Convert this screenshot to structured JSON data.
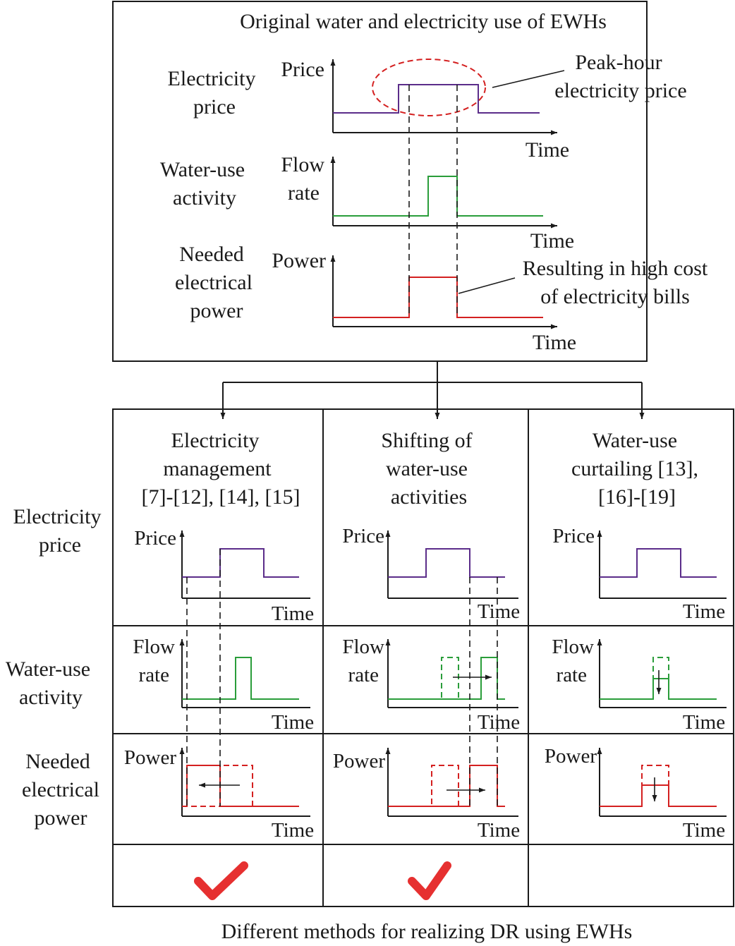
{
  "colors": {
    "price": "#5b2d8a",
    "flow": "#2a9d3a",
    "power": "#d42020",
    "ellipse": "#d42020",
    "check": "#e63030",
    "ink": "#1a1a1a"
  },
  "top_panel": {
    "title": "Original water and electricity use of EWHs",
    "row_labels": {
      "price": [
        "Electricity",
        "price"
      ],
      "flow": [
        "Water-use",
        "activity"
      ],
      "power": [
        "Needed",
        "electrical",
        "power"
      ]
    },
    "axis": {
      "price": "Price",
      "flow": [
        "Flow",
        "rate"
      ],
      "power": "Power",
      "time": "Time"
    },
    "annotations": {
      "peak": [
        "Peak-hour",
        "electricity price"
      ],
      "cost": [
        "Resulting in high cost",
        "of electricity bills"
      ]
    }
  },
  "methods": {
    "row_labels": {
      "price": [
        "Electricity",
        "price"
      ],
      "flow": [
        "Water-use",
        "activity"
      ],
      "power": [
        "Needed",
        "electrical",
        "power"
      ]
    },
    "axis": {
      "price": "Price",
      "flow": [
        "Flow",
        "rate"
      ],
      "power": "Power",
      "time": "Time"
    },
    "columns": [
      {
        "title": [
          "Electricity",
          "management",
          "[7]-[12], [14], [15]"
        ],
        "checked": true,
        "check_icon": "checkmark-icon"
      },
      {
        "title": [
          "Shifting of",
          "water-use",
          "activities"
        ],
        "checked": true,
        "check_icon": "checkmark-icon"
      },
      {
        "title": [
          "Water-use",
          "curtailing [13],",
          "[16]-[19]"
        ],
        "checked": false,
        "check_icon": ""
      }
    ]
  },
  "caption": "Different methods for realizing DR using EWHs"
}
